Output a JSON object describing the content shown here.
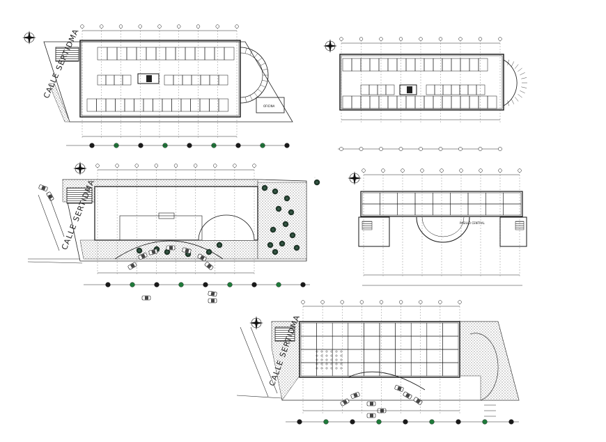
{
  "sheet": {
    "background": "#ffffff",
    "line_color": "#1a1a1a",
    "hatch_color": "#555555",
    "accent_green": "#1f7a3a",
    "accent_teal": "#1e7b7b"
  },
  "plans": [
    {
      "id": "plan-1",
      "kind": "parking-level",
      "street_label": "CALLE SERTIDMA",
      "room_label": "OFICINA"
    },
    {
      "id": "plan-2",
      "kind": "parking-level-alt"
    },
    {
      "id": "plan-3",
      "kind": "site-plan",
      "street_label": "CALLE SERTIDMA"
    },
    {
      "id": "plan-4",
      "kind": "upper-floor",
      "corridor_label": "PASILLO CENTRAL"
    },
    {
      "id": "plan-5",
      "kind": "ground-floor",
      "street_label": "CALLE SERTIDMA"
    }
  ],
  "icons": [
    "north-arrow-icon",
    "tree-icon",
    "car-icon"
  ]
}
